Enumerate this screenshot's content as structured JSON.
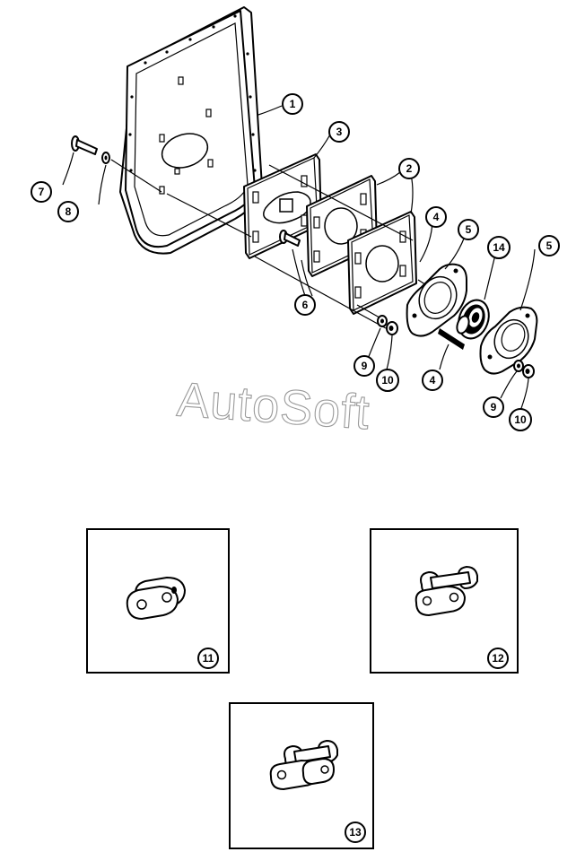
{
  "watermark": "AutoSoft",
  "callouts": {
    "c1": "1",
    "c2": "2",
    "c3": "3",
    "c4a": "4",
    "c4b": "4",
    "c5a": "5",
    "c5b": "5",
    "c6": "6",
    "c7": "7",
    "c8": "8",
    "c9a": "9",
    "c9b": "9",
    "c10a": "10",
    "c10b": "10",
    "c11": "11",
    "c12": "12",
    "c13": "13",
    "c14": "14"
  }
}
